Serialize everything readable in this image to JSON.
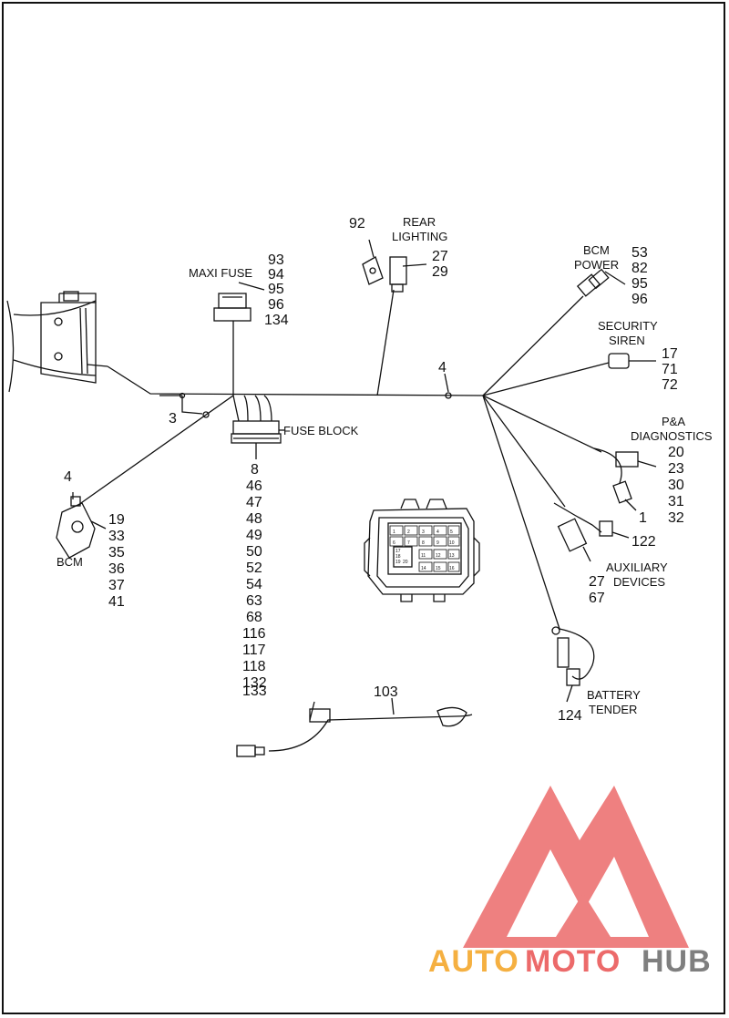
{
  "callouts": {
    "c92": "92",
    "rear_lighting": [
      "REAR",
      "LIGHTING"
    ],
    "rear_lighting_nums": [
      "27",
      "29"
    ],
    "maxi_fuse": "MAXI FUSE",
    "maxi_fuse_nums": [
      "93",
      "94",
      "95",
      "96",
      "134"
    ],
    "bcm_power": [
      "BCM",
      "POWER"
    ],
    "bcm_power_nums": [
      "53",
      "82",
      "95",
      "96"
    ],
    "security_siren": [
      "SECURITY",
      "SIREN"
    ],
    "security_siren_nums": [
      "17",
      "71",
      "72"
    ],
    "c4_top": "4",
    "c3": "3",
    "fuse_block": "FUSE BLOCK",
    "fuse_block_nums": [
      "8",
      "46",
      "47",
      "48",
      "49",
      "50",
      "52",
      "54",
      "63",
      "68",
      "116",
      "117",
      "118",
      "132",
      "133"
    ],
    "pa_diagnostics": [
      "P&A",
      "DIAGNOSTICS"
    ],
    "pa_nums": [
      "20",
      "23",
      "30",
      "31",
      "32"
    ],
    "c1": "1",
    "c122": "122",
    "c4_bcm": "4",
    "bcm": "BCM",
    "bcm_nums": [
      "19",
      "33",
      "35",
      "36",
      "37",
      "41"
    ],
    "auxiliary_devices": [
      "AUXILIARY",
      "DEVICES"
    ],
    "aux_nums": [
      "27",
      "67"
    ],
    "c103": "103",
    "battery_tender": [
      "BATTERY",
      "TENDER"
    ],
    "c124": "124",
    "connector_pins": [
      "1",
      "2",
      "3",
      "4",
      "5",
      "6",
      "7",
      "8",
      "9",
      "10",
      "11",
      "12",
      "13",
      "14",
      "15",
      "16",
      "17",
      "18",
      "19",
      "20"
    ]
  },
  "watermark": {
    "part1": "AUTO",
    "part2": "MOTO",
    "part3": "HUB",
    "color1": "#f5b041",
    "color2": "#ec6a6a",
    "color3": "#7f7f7f",
    "logo_color": "#ec6a6a"
  }
}
